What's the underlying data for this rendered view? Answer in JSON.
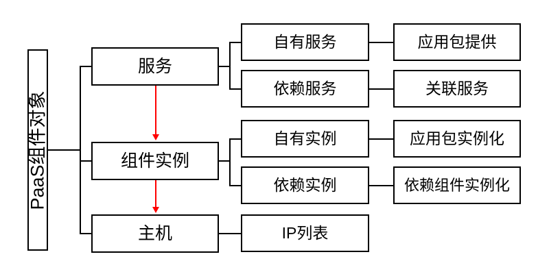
{
  "diagram": {
    "title_text": "PaaS组件对象",
    "root": {
      "label": "PaaS组件对象"
    },
    "level1": [
      {
        "id": "service",
        "label": "服务"
      },
      {
        "id": "instance",
        "label": "组件实例"
      },
      {
        "id": "host",
        "label": "主机"
      }
    ],
    "level2": [
      {
        "id": "own-service",
        "label": "自有服务"
      },
      {
        "id": "dep-service",
        "label": "依赖服务"
      },
      {
        "id": "own-instance",
        "label": "自有实例"
      },
      {
        "id": "dep-instance",
        "label": "依赖实例"
      },
      {
        "id": "ip-list",
        "label": "IP列表"
      }
    ],
    "level3": [
      {
        "id": "pkg-provide",
        "label": "应用包提供"
      },
      {
        "id": "rel-service",
        "label": "关联服务"
      },
      {
        "id": "pkg-instant",
        "label": "应用包实例化"
      },
      {
        "id": "dep-comp-inst",
        "label": "依赖组件实例化"
      }
    ],
    "colors": {
      "box_border": "#000000",
      "box_fill": "#ffffff",
      "text": "#000000",
      "connector": "#000000",
      "flow_arrow": "#ff0000",
      "background": "#ffffff"
    },
    "flow_arrows": [
      {
        "id": "service-to-instance",
        "from": "服务",
        "to": "组件实例",
        "color": "#ff0000"
      },
      {
        "id": "instance-to-host",
        "from": "组件实例",
        "to": "主机",
        "color": "#ff0000"
      }
    ]
  }
}
